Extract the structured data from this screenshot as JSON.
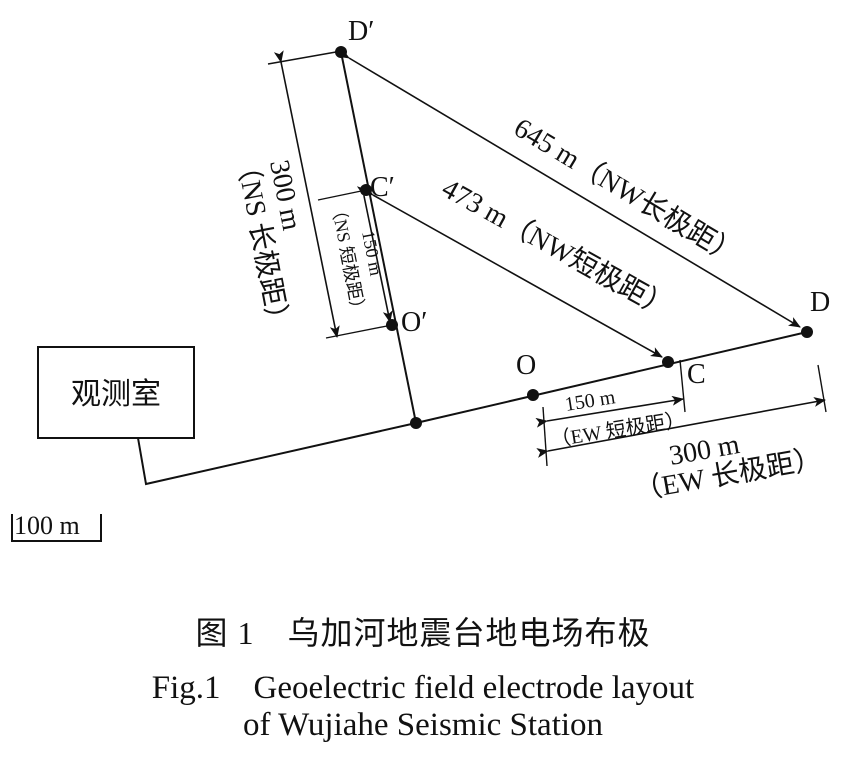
{
  "points": {
    "D_prime": "D′",
    "C_prime": "C′",
    "O_prime": "O′",
    "O": "O",
    "C": "C",
    "D": "D"
  },
  "building": "观测室",
  "dimensions": {
    "nw_long": "645 m（NW长极距）",
    "nw_short": "473 m（NW短极距）",
    "ns_long_value": "300 m",
    "ns_long_name": "（NS 长极距）",
    "ns_short_value": "150 m",
    "ns_short_name": "（NS 短极距）",
    "ew_short_value": "150 m",
    "ew_short_name": "（EW 短极距）",
    "ew_long_value": "300 m",
    "ew_long_name": "（EW 长极距）"
  },
  "scale": "100 m",
  "caption": {
    "cn": "图 1　乌加河地震台地电场布极",
    "en_line1": "Fig.1　Geoelectric field electrode layout",
    "en_line2": "of Wujiahe Seismic Station"
  }
}
